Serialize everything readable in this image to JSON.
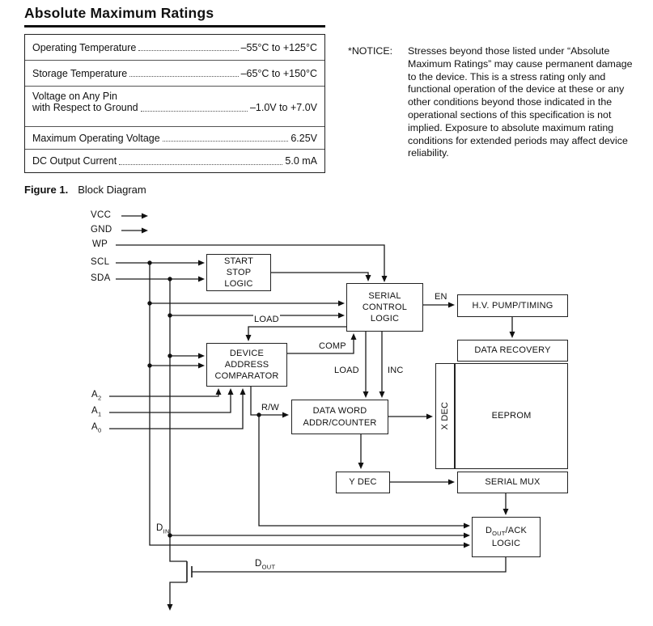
{
  "header": {
    "title": "Absolute Maximum Ratings"
  },
  "ratings": {
    "rows": [
      {
        "label": "Operating Temperature",
        "value": "–55°C to +125°C"
      },
      {
        "label": "Storage Temperature",
        "value": "–65°C to +150°C"
      },
      {
        "label": "Voltage on Any Pin",
        "label2": "with Respect to Ground",
        "value": "–1.0V to +7.0V"
      },
      {
        "label": "Maximum Operating Voltage",
        "value": "6.25V"
      },
      {
        "label": "DC Output Current",
        "value": "5.0 mA"
      }
    ]
  },
  "notice": {
    "label": "*NOTICE:",
    "text": "Stresses beyond those listed under “Absolute Maximum Ratings” may cause permanent damage to the device. This is a stress rating only and functional operation of the device at these or any other conditions beyond those indicated in the operational sections of this specification is not implied. Exposure to absolute maximum rating conditions for extended periods may affect device reliability."
  },
  "figure": {
    "label": "Figure 1.",
    "caption": "Block Diagram"
  },
  "diagram": {
    "boxes": {
      "start_stop": "START\nSTOP\nLOGIC",
      "serial_control": "SERIAL\nCONTROL\nLOGIC",
      "hv_pump": "H.V. PUMP/TIMING",
      "data_recovery": "DATA RECOVERY",
      "device_address": "DEVICE\nADDRESS\nCOMPARATOR",
      "data_word": "DATA WORD\nADDR/COUNTER",
      "x_dec": "X DEC",
      "eeprom": "EEPROM",
      "y_dec": "Y DEC",
      "serial_mux": "SERIAL MUX",
      "dout_ack": {
        "base": "D",
        "sub": "OUT",
        "rest": "/ACK",
        "line2": "LOGIC"
      }
    },
    "pins": {
      "vcc": "VCC",
      "gnd": "GND",
      "wp": "WP",
      "scl": "SCL",
      "sda": "SDA",
      "a2": {
        "base": "A",
        "sub": "2"
      },
      "a1": {
        "base": "A",
        "sub": "1"
      },
      "a0": {
        "base": "A",
        "sub": "0"
      },
      "din": {
        "base": "D",
        "sub": "IN"
      },
      "dout": {
        "base": "D",
        "sub": "OUT"
      }
    },
    "wire_labels": {
      "en": "EN",
      "load_comp": "LOAD",
      "comp": "COMP",
      "load_cnt": "LOAD",
      "inc": "INC",
      "rw": "R/W"
    }
  }
}
